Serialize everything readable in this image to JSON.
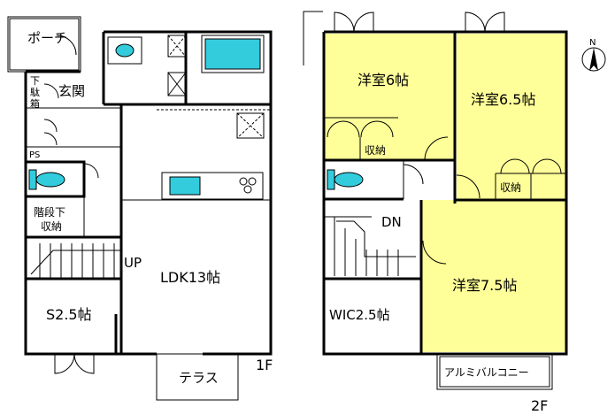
{
  "floor1": {
    "porch": "ポーチ",
    "shoe_storage": "下駄箱",
    "entrance": "玄関",
    "ps": "PS",
    "stair_storage_1": "階段下",
    "stair_storage_2": "収納",
    "up": "UP",
    "ldk": "LDK13帖",
    "s_room": "S2.5帖",
    "terrace": "テラス",
    "floor_label": "1F"
  },
  "floor2": {
    "room6": "洋室6帖",
    "room65": "洋室6.5帖",
    "room75": "洋室7.5帖",
    "storage_a": "収納",
    "storage_b": "収納",
    "dn": "DN",
    "wic": "WIC2.5帖",
    "balcony": "アルミバルコニー",
    "floor_label": "2F"
  },
  "compass": {
    "north": "N"
  },
  "colors": {
    "room_fill": "#ffff99",
    "fixture_fill": "#33ccdd",
    "wall": "#000000"
  }
}
